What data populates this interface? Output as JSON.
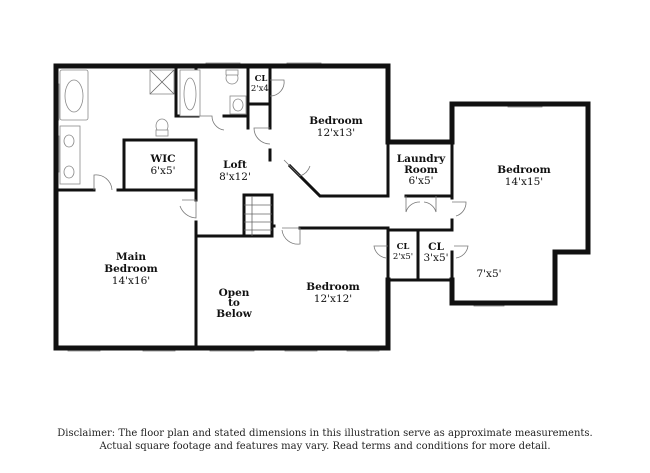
{
  "rooms": {
    "main_bedroom": {
      "name": [
        "Main",
        "Bedroom"
      ],
      "size": "14'x16'"
    },
    "wic": {
      "name": [
        "WIC"
      ],
      "size": "6'x5'"
    },
    "loft": {
      "name": [
        "Loft"
      ],
      "size": "8'x12'"
    },
    "cl_top": {
      "name": [
        "CL"
      ],
      "size": "2'x4'"
    },
    "bedroom_top": {
      "name": [
        "Bedroom"
      ],
      "size": "12'x13'"
    },
    "laundry": {
      "name": [
        "Laundry",
        "Room"
      ],
      "size": "6'x5'"
    },
    "bedroom_right": {
      "name": [
        "Bedroom"
      ],
      "size": "14'x15'"
    },
    "open_below": {
      "name": [
        "Open",
        "to",
        "Below"
      ],
      "size": ""
    },
    "bedroom_bottom": {
      "name": [
        "Bedroom"
      ],
      "size": "12'x12'"
    },
    "cl_mid_a": {
      "name": [
        "CL"
      ],
      "size": "2'x5'"
    },
    "cl_mid_b": {
      "name": [
        "CL"
      ],
      "size": "3'x5'"
    },
    "nook": {
      "name": [],
      "size": "7'x5'"
    }
  },
  "disclaimer": {
    "line1": "Disclaimer: The floor plan and stated dimensions in this illustration serve as approximate measurements.",
    "line2": "Actual square footage and features may vary. Read terms and conditions for more detail."
  }
}
